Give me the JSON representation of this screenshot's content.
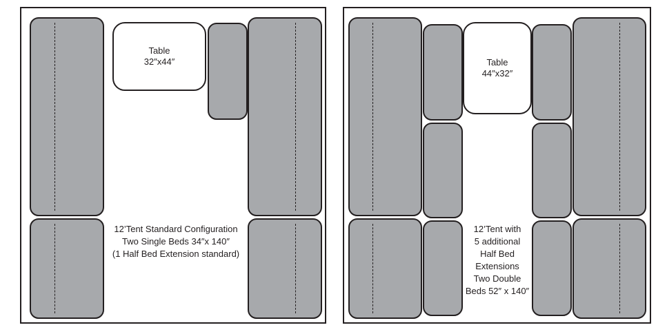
{
  "colors": {
    "bed_fill": "#a7a9ac",
    "outline": "#231f20",
    "background": "#ffffff"
  },
  "left_layout": {
    "table_label": "Table\n32″x44″",
    "caption": "12’Tent Standard Configuration\nTwo Single Beds 34″x 140″\n(1 Half Bed Extension standard)"
  },
  "right_layout": {
    "table_label": "Table\n44″x32″",
    "caption": "12’Tent with\n5 additional\nHalf Bed\nExtensions\nTwo Double\nBeds 52″ x 140″"
  }
}
